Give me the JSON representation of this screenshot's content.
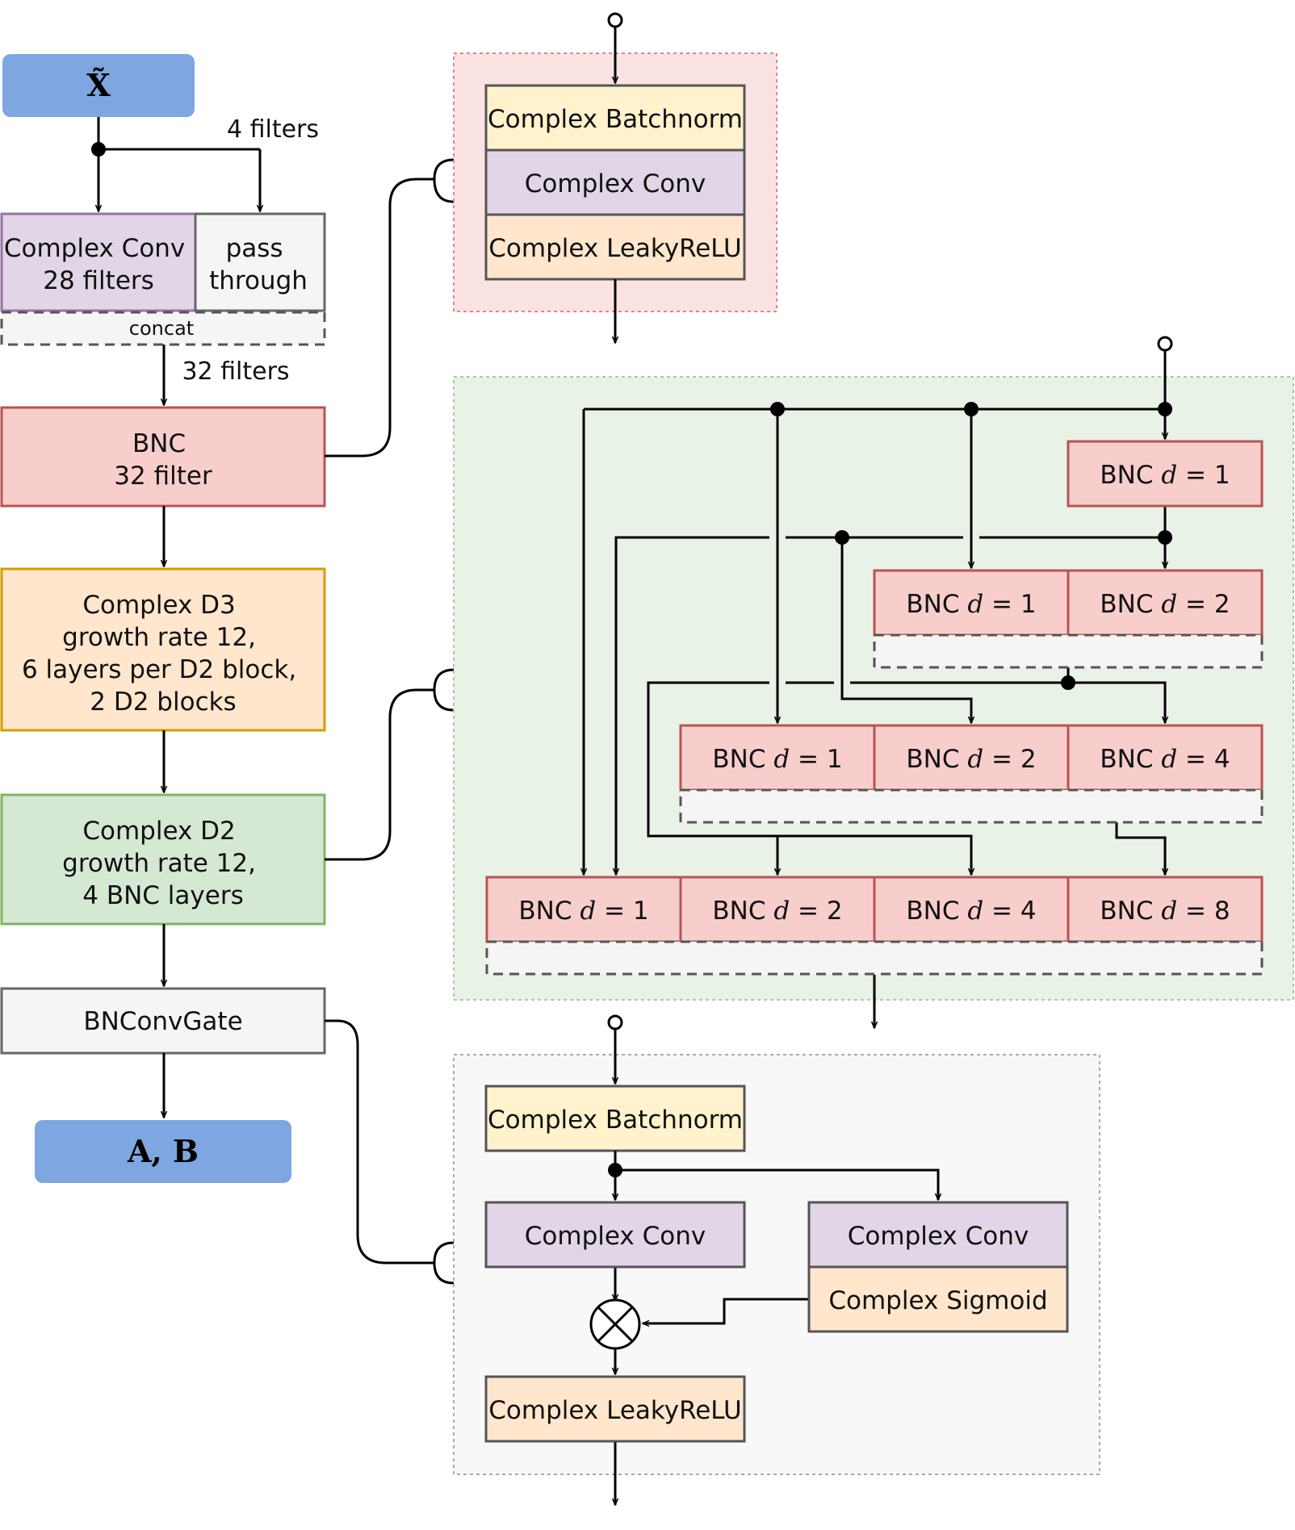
{
  "left_column": {
    "input": "X̃",
    "filters_4": "4 filters",
    "complex_conv": [
      "Complex Conv",
      "28 filters"
    ],
    "pass_through": [
      "pass",
      "through"
    ],
    "concat": "concat",
    "filters_32": "32 filters",
    "bnc": [
      "BNC",
      "32 filter"
    ],
    "d3": [
      "Complex D3",
      "growth rate 12,",
      "6 layers per D2 block,",
      "2 D2 blocks"
    ],
    "d2": [
      "Complex D2",
      "growth rate 12,",
      "4 BNC layers"
    ],
    "bnconvgate": "BNConvGate",
    "output": "A, B"
  },
  "bnc_detail": {
    "batchnorm": "Complex Batchnorm",
    "conv": "Complex Conv",
    "leakyrelu": "Complex LeakyReLU"
  },
  "d2_detail": {
    "bnc_prefix": "BNC",
    "d_var": "d",
    "eq": "=",
    "row1": [
      "1"
    ],
    "row2": [
      "1",
      "2"
    ],
    "row3": [
      "1",
      "2",
      "4"
    ],
    "row4": [
      "1",
      "2",
      "4",
      "8"
    ]
  },
  "gate_detail": {
    "batchnorm": "Complex Batchnorm",
    "conv_left": "Complex Conv",
    "conv_right": "Complex Conv",
    "sigmoid": "Complex Sigmoid",
    "leakyrelu": "Complex LeakyReLU"
  },
  "colors": {
    "blue": "#7ea6e0",
    "purple_fill": "#e1d5e7",
    "purple_stroke": "#9673a6",
    "red_fill": "#f8cecc",
    "red_stroke": "#b85450",
    "orange_fill": "#ffe6cc",
    "orange_stroke": "#d79b00",
    "green_fill": "#d5e8d4",
    "green_stroke": "#82b366",
    "yellow_fill": "#fff2cc",
    "grey_fill": "#f5f5f5"
  }
}
